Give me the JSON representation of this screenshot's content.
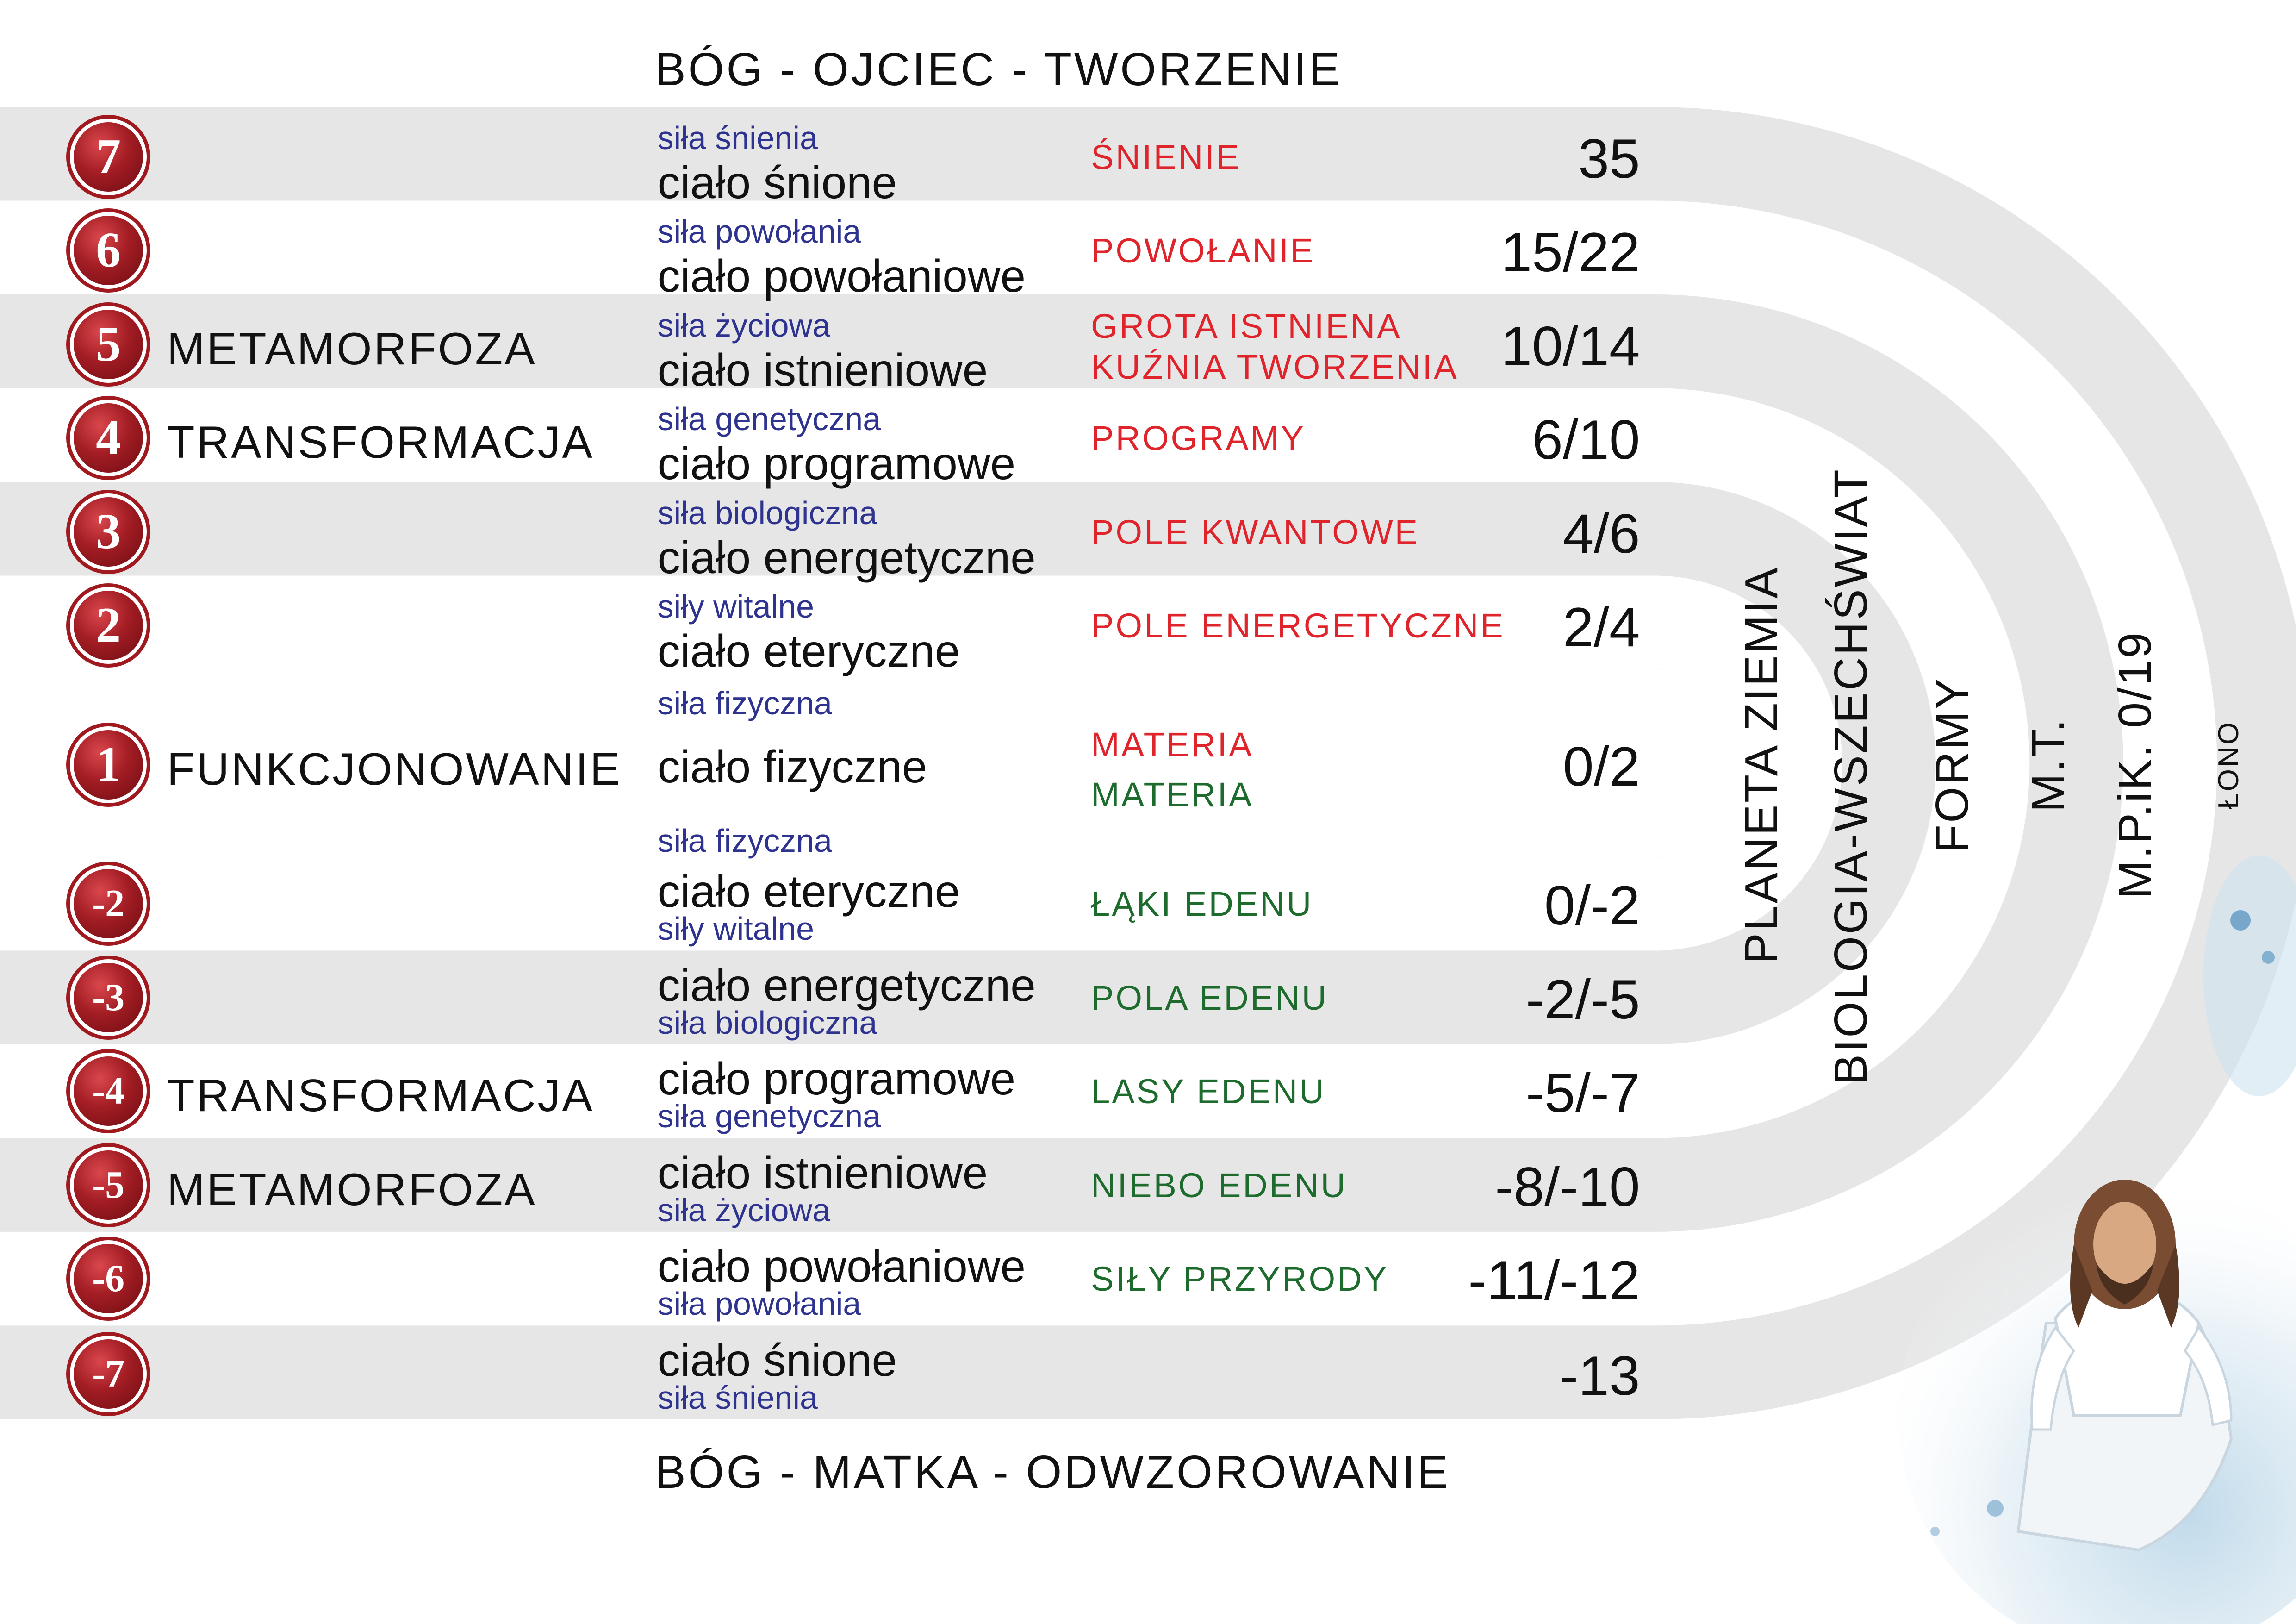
{
  "title_top": "BÓG - OJCIEC - TWORZENIE",
  "title_bottom": "BÓG - MATKA - ODWZOROWANIE",
  "rows": [
    {
      "badge": "7",
      "phase": "",
      "force": "siła śnienia",
      "body": "ciało śnione",
      "realms": [
        {
          "text": "ŚNIENIE",
          "color": "red"
        }
      ],
      "value": "35"
    },
    {
      "badge": "6",
      "phase": "",
      "force": "siła powołania",
      "body": "ciało powołaniowe",
      "realms": [
        {
          "text": "POWOŁANIE",
          "color": "red"
        }
      ],
      "value": "15/22"
    },
    {
      "badge": "5",
      "phase": "METAMORFOZA",
      "force": "siła życiowa",
      "body": "ciało istnieniowe",
      "realms": [
        {
          "text": "GROTA ISTNIENA",
          "color": "red"
        },
        {
          "text": "KUŹNIA TWORZENIA",
          "color": "red"
        }
      ],
      "value": "10/14"
    },
    {
      "badge": "4",
      "phase": "TRANSFORMACJA",
      "force": "siła genetyczna",
      "body": "ciało programowe",
      "realms": [
        {
          "text": "PROGRAMY",
          "color": "red"
        }
      ],
      "value": "6/10"
    },
    {
      "badge": "3",
      "phase": "",
      "force": "siła biologiczna",
      "body": "ciało energetyczne",
      "realms": [
        {
          "text": "POLE KWANTOWE",
          "color": "red"
        }
      ],
      "value": "4/6"
    },
    {
      "badge": "2",
      "phase": "",
      "force": "siły witalne",
      "body": "ciało eteryczne",
      "realms": [
        {
          "text": "POLE ENERGETYCZNE",
          "color": "red"
        }
      ],
      "value": "2/4"
    },
    {
      "badge": "1",
      "phase": "FUNKCJONOWANIE",
      "force": "siła fizyczna",
      "force_below": "siła fizyczna",
      "body": "ciało fizyczne",
      "realms": [
        {
          "text": "MATERIA",
          "color": "red"
        },
        {
          "text": "MATERIA",
          "color": "green"
        }
      ],
      "value": "0/2"
    },
    {
      "badge": "-2",
      "phase": "",
      "force": "siły witalne",
      "body": "ciało eteryczne",
      "realms": [
        {
          "text": "ŁĄKI EDENU",
          "color": "green"
        }
      ],
      "value": "0/-2"
    },
    {
      "badge": "-3",
      "phase": "",
      "force": "siła biologiczna",
      "body": "ciało energetyczne",
      "realms": [
        {
          "text": "POLA EDENU",
          "color": "green"
        }
      ],
      "value": "-2/-5"
    },
    {
      "badge": "-4",
      "phase": "TRANSFORMACJA",
      "force": "siła genetyczna",
      "body": "ciało programowe",
      "realms": [
        {
          "text": "LASY EDENU",
          "color": "green"
        }
      ],
      "value": "-5/-7"
    },
    {
      "badge": "-5",
      "phase": "METAMORFOZA",
      "force": "siła życiowa",
      "body": "ciało istnieniowe",
      "realms": [
        {
          "text": "NIEBO EDENU",
          "color": "green"
        }
      ],
      "value": "-8/-10"
    },
    {
      "badge": "-6",
      "phase": "",
      "force": "siła powołania",
      "body": "ciało powołaniowe",
      "realms": [
        {
          "text": "SIŁY PRZYRODY",
          "color": "green"
        }
      ],
      "value": "-11/-12"
    },
    {
      "badge": "-7",
      "phase": "",
      "force": "siła śnienia",
      "body": "ciało śnione",
      "realms": [],
      "value": "-13"
    }
  ],
  "arc_labels": [
    "PLANETA ZIEMIA",
    "BIOLOGIA-WSZECHŚWIAT",
    "FORMY",
    "M.T.",
    "M.P.iK. 0/19",
    "ŁONO"
  ],
  "colors": {
    "band": "#e6e6e6",
    "force": "#2e338f",
    "realm_red": "#e0242c",
    "realm_green": "#1d6b2d",
    "badge": "#a31d24"
  }
}
